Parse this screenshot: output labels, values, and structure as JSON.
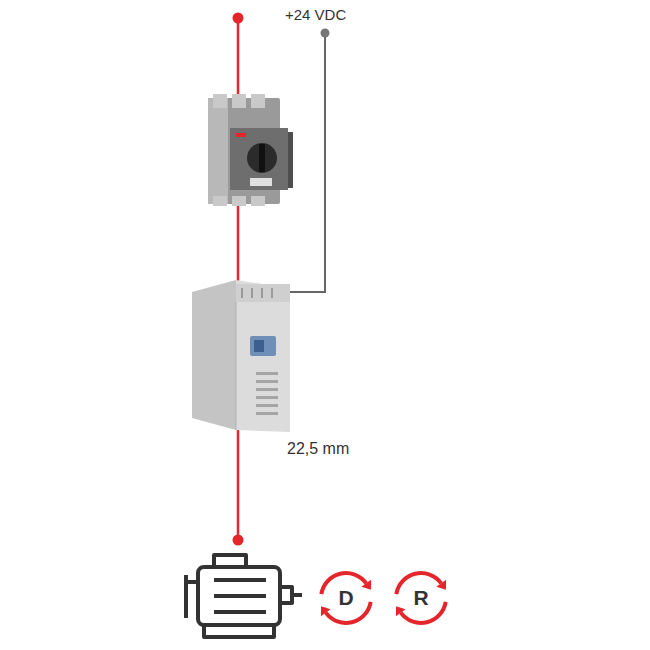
{
  "diagram": {
    "nodes": [
      {
        "text": [
          "D"
        ]
      },
      {
        "text": [
          "R"
        ]
      }
    ],
    "labels": [
      "+24 VDC",
      "22,5 mm"
    ]
  }
}
